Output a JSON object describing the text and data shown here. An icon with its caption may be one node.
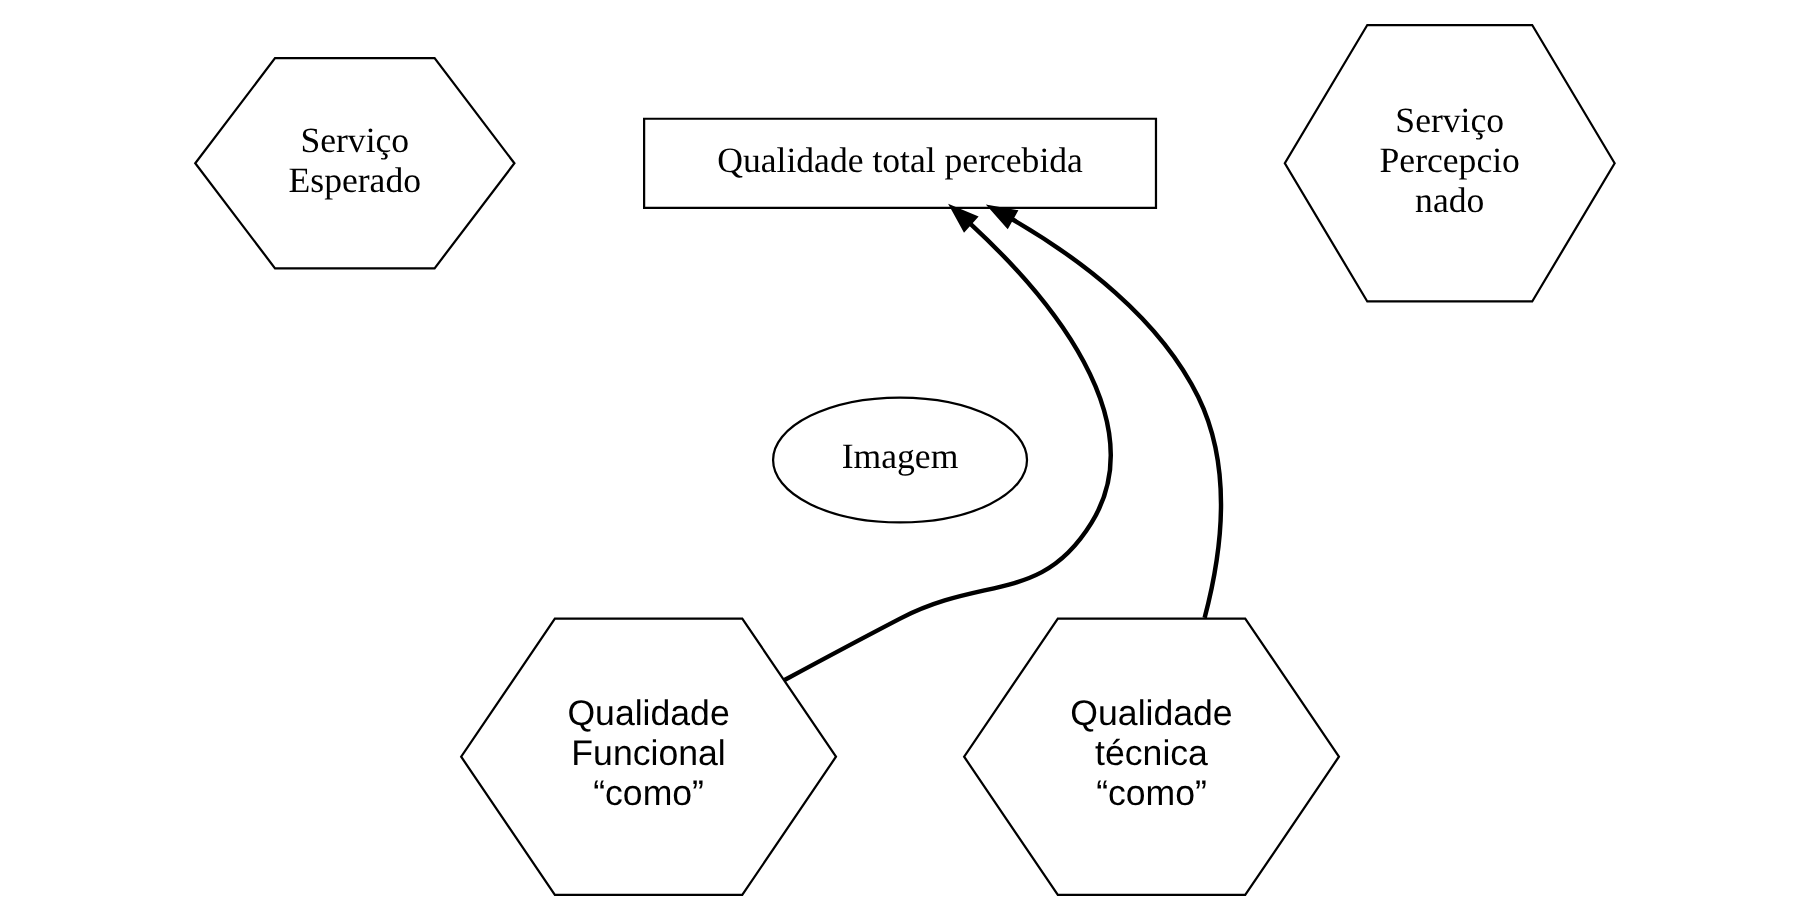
{
  "diagram": {
    "nodes": [
      {
        "text": [
          "Serviço Esperado"
        ]
      },
      {
        "text": [
          "Qualidade total percebida"
        ]
      },
      {
        "text": [
          "Serviço Percepcio nado"
        ]
      },
      {
        "text": [
          "Imagem"
        ]
      },
      {
        "text": [
          "Qualidade Funcional “como”"
        ]
      },
      {
        "text": [
          "Qualidade técnica “como”"
        ]
      }
    ],
    "edges": [
      {
        "from": 4,
        "to": 1,
        "arrow": "to"
      },
      {
        "from": 5,
        "to": 1,
        "arrow": "to"
      }
    ]
  }
}
